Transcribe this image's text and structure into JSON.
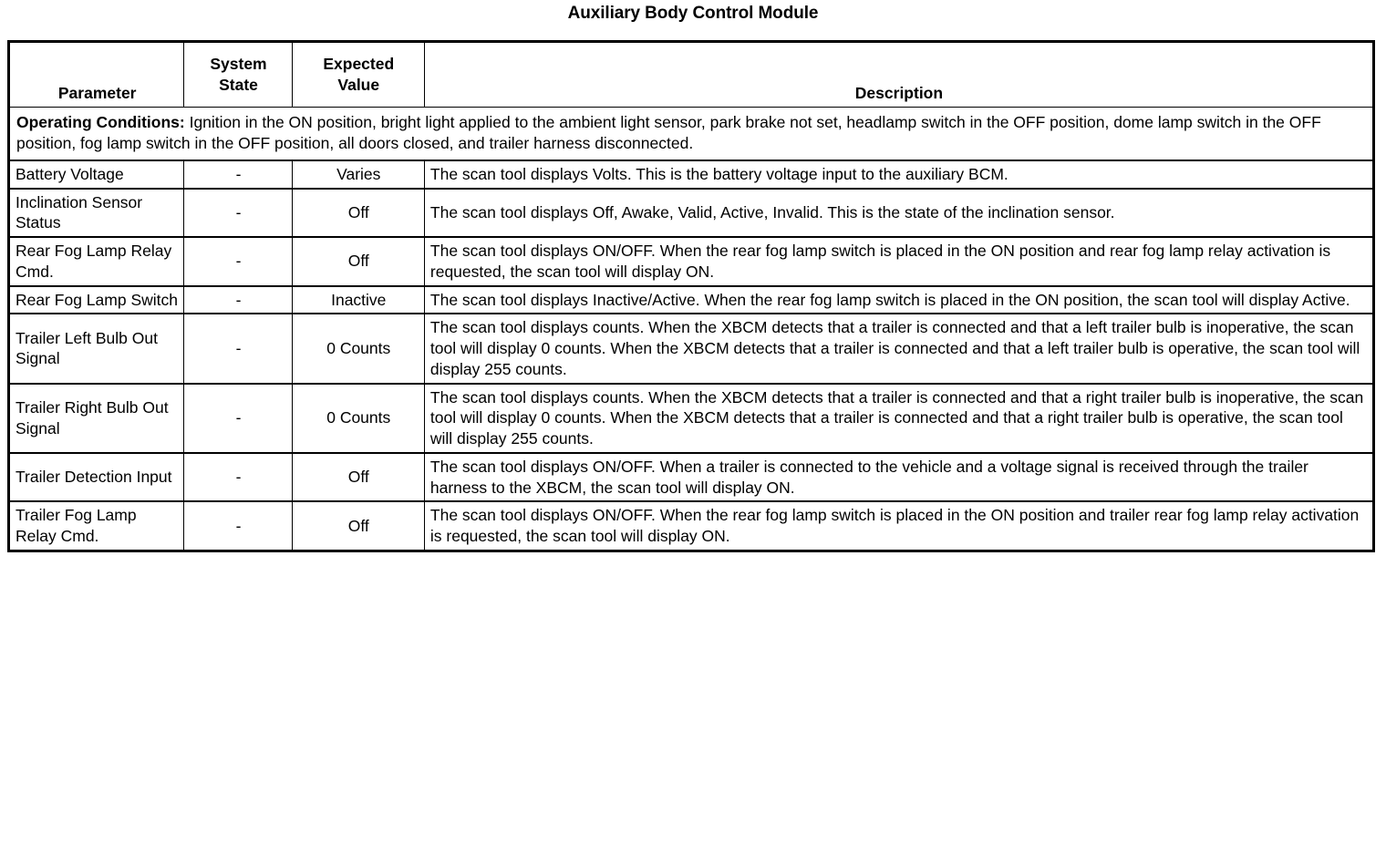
{
  "document": {
    "title": "Auxiliary Body Control Module"
  },
  "table": {
    "headers": {
      "parameter": "Parameter",
      "system_state": "System\nState",
      "system_state_line1": "System",
      "system_state_line2": "State",
      "expected_value_line1": "Expected",
      "expected_value_line2": "Value",
      "description": "Description"
    },
    "operating_conditions": {
      "label": "Operating Conditions:",
      "text": " Ignition in the ON position, bright light applied to the ambient light sensor, park brake not set, headlamp switch in the OFF position, dome lamp switch in the OFF position, fog lamp switch in the OFF position, all doors closed, and trailer harness disconnected."
    },
    "rows": [
      {
        "parameter": "Battery Voltage",
        "system_state": "-",
        "expected_value": "Varies",
        "description": "The scan tool displays Volts. This is the battery voltage input to the auxiliary BCM."
      },
      {
        "parameter": "Inclination Sensor Status",
        "system_state": "-",
        "expected_value": "Off",
        "description": "The scan tool displays Off, Awake, Valid, Active, Invalid. This is the state of the inclination sensor."
      },
      {
        "parameter": "Rear Fog Lamp Relay Cmd.",
        "system_state": "-",
        "expected_value": "Off",
        "description": "The scan tool displays ON/OFF. When the rear fog lamp switch is placed in the ON position and rear fog lamp relay activation is requested, the scan tool will display ON."
      },
      {
        "parameter": "Rear Fog Lamp Switch",
        "system_state": "-",
        "expected_value": "Inactive",
        "description": "The scan tool displays Inactive/Active. When the rear fog lamp switch is placed in the ON position, the scan tool will display Active."
      },
      {
        "parameter": "Trailer Left Bulb Out Signal",
        "system_state": "-",
        "expected_value": "0 Counts",
        "description": "The scan tool displays counts. When the XBCM detects that a trailer is connected and that a left trailer bulb is inoperative, the scan tool will display 0 counts. When the XBCM detects that a trailer is connected and that a left trailer bulb is operative, the scan tool will display 255 counts."
      },
      {
        "parameter": "Trailer Right Bulb Out Signal",
        "system_state": "-",
        "expected_value": "0 Counts",
        "description": "The scan tool displays counts. When the XBCM detects that a trailer is connected and that a right trailer bulb is inoperative, the scan tool will display 0 counts. When the XBCM detects that a trailer is connected and that a right trailer bulb is operative, the scan tool will display 255 counts."
      },
      {
        "parameter": "Trailer Detection Input",
        "system_state": "-",
        "expected_value": "Off",
        "description": "The scan tool displays ON/OFF. When a trailer is connected to the vehicle and a voltage signal is received through the trailer harness to the XBCM, the scan tool will display ON."
      },
      {
        "parameter": "Trailer Fog Lamp Relay Cmd.",
        "system_state": "-",
        "expected_value": "Off",
        "description": "The scan tool displays ON/OFF. When the rear fog lamp switch is placed in the ON position and trailer rear fog lamp relay activation is requested, the scan tool will display ON."
      }
    ]
  },
  "colors": {
    "text": "#000000",
    "background": "#ffffff",
    "border": "#000000"
  }
}
